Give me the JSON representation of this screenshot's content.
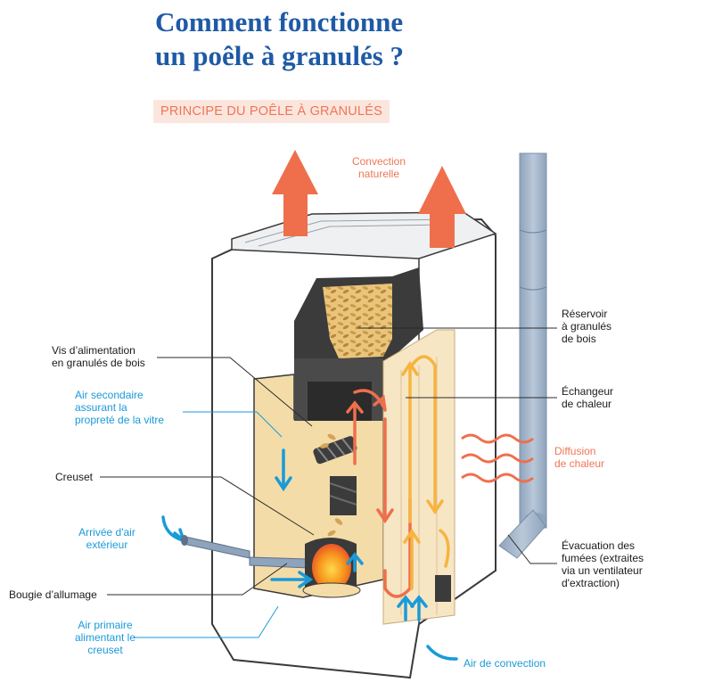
{
  "title_line1": "Comment fonctionne",
  "title_line2": "un poêle à granulés ?",
  "subtitle": "PRINCIPE DU POÊLE À GRANULÉS",
  "labels": {
    "convection_naturelle_1": "Convection",
    "convection_naturelle_2": "naturelle",
    "reservoir_1": "Réservoir",
    "reservoir_2": "à granulés",
    "reservoir_3": "de bois",
    "vis_1": "Vis d’alimentation",
    "vis_2": "en granulés de bois",
    "echangeur_1": "Échangeur",
    "echangeur_2": "de chaleur",
    "air_secondaire_1": "Air secondaire",
    "air_secondaire_2": "assurant la",
    "air_secondaire_3": "propreté de la vitre",
    "diffusion_1": "Diffusion",
    "diffusion_2": "de chaleur",
    "creuset": "Creuset",
    "arrivee_1": "Arrivée d'air",
    "arrivee_2": "extérieur",
    "evacuation_1": "Évacuation des",
    "evacuation_2": "fumées (extraites",
    "evacuation_3": "via un ventilateur",
    "evacuation_4": "d'extraction)",
    "bougie": "Bougie d’allumage",
    "air_primaire_1": "Air primaire",
    "air_primaire_2": "alimentant le",
    "air_primaire_3": "creuset",
    "air_convection": "Air de convection"
  },
  "colors": {
    "title": "#1f5aa6",
    "accent_orange": "#ee7656",
    "accent_blue": "#1a9ad9",
    "heat_yellow": "#f6b440",
    "pellet": "#e9c47a",
    "body_cream": "#f7e6c4",
    "flue_gray": "#9fb2c8"
  }
}
